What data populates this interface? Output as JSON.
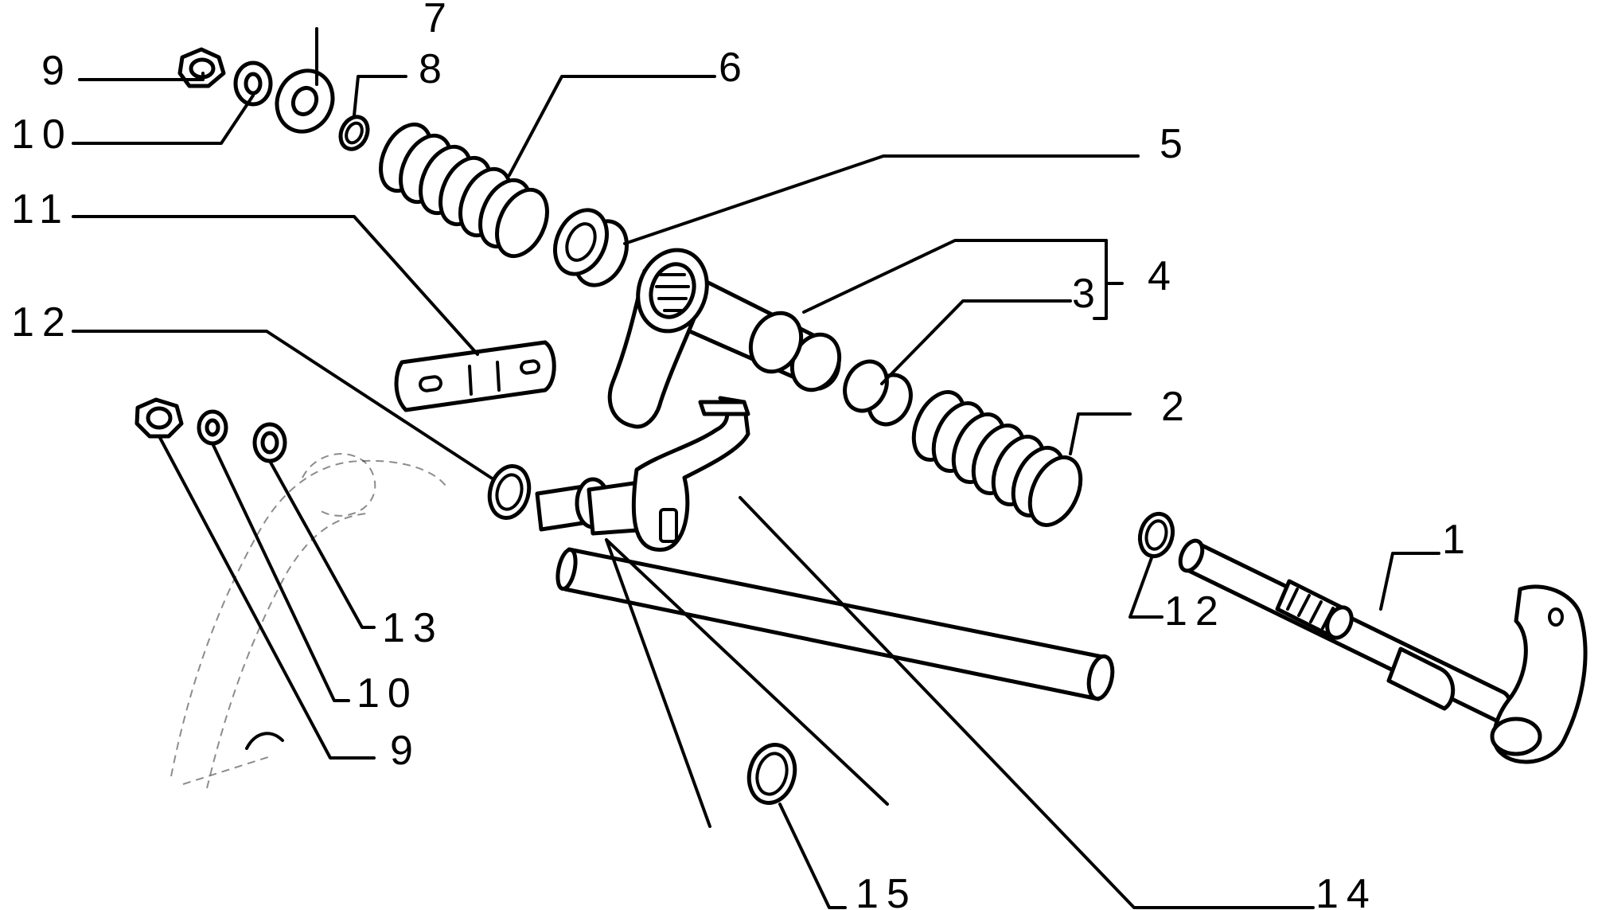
{
  "diagram": {
    "callouts": {
      "c1": "1",
      "c2": "2",
      "c3": "3",
      "c4": "4",
      "c5": "5",
      "c6": "6",
      "c7": "7",
      "c8": "8",
      "c9a": "9",
      "c9b": "9",
      "c10a": "10",
      "c10b": "10",
      "c11": "11",
      "c12a": "12",
      "c12b": "12",
      "c13": "13",
      "c14": "14",
      "c15": "15"
    }
  }
}
